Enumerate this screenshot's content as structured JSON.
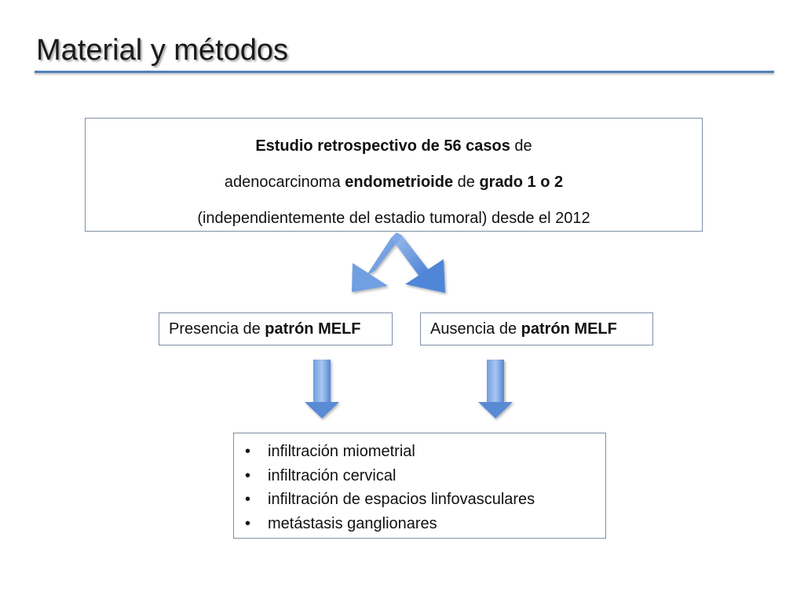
{
  "slide": {
    "title": "Material y métodos",
    "accent_color": "#4f81bd",
    "arrow_color": "#5b8fd9"
  },
  "study": {
    "line1_bold": "Estudio retrospectivo de 56 casos",
    "line1_rest": " de",
    "line2_pre": "adenocarcinoma ",
    "line2_bold1": "endometrioide",
    "line2_mid": " de ",
    "line2_bold2": "grado 1 o 2",
    "line3": "(independientemente del estadio tumoral) desde el 2012"
  },
  "branches": {
    "presence_pre": "Presencia de ",
    "presence_bold": "patrón MELF",
    "absence_pre": "Ausencia de ",
    "absence_bold": "patrón MELF"
  },
  "outcomes": [
    "infiltración miometrial",
    "infiltración cervical",
    "infiltración de espacios linfovasculares",
    "metástasis ganglionares"
  ],
  "icons": [
    "split-arrow-icon",
    "down-arrow-icon",
    "down-arrow-icon"
  ]
}
